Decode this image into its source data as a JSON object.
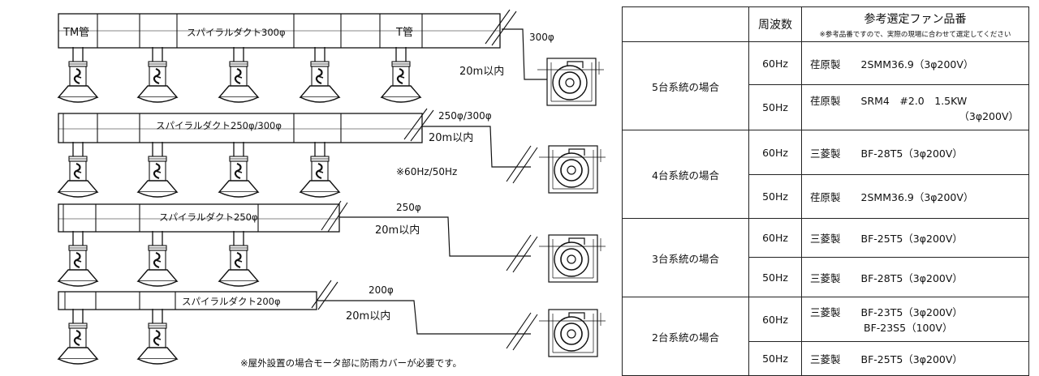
{
  "layouts": {
    "row1": {
      "tm_label": "TM管",
      "duct_label": "スパイラルダクト300φ",
      "t_label": "T管",
      "diameter": "300φ",
      "distance": "20m以内"
    },
    "row2": {
      "duct_label": "スパイラルダクト250φ/300φ",
      "diameter": "250φ/300φ",
      "distance": "20m以内",
      "freq_note": "※60Hz/50Hz"
    },
    "row3": {
      "duct_label": "スパイラルダクト250φ",
      "diameter": "250φ",
      "distance": "20m以内"
    },
    "row4": {
      "duct_label": "スパイラルダクト200φ",
      "diameter": "200φ",
      "distance": "20m以内"
    },
    "outdoor_note": "※屋外設置の場合モータ部に防雨カバーが必要です。"
  },
  "table": {
    "header_freq": "周波数",
    "header_fan": "参考選定ファン品番",
    "header_note": "※参考品番ですので、実際の現場に合わせて選定してください",
    "groups": [
      {
        "system": "5台系統の場合",
        "r60": {
          "freq": "60Hz",
          "maker": "荏原製",
          "model": "2SMM36.9（3φ200V）"
        },
        "r50": {
          "freq": "50Hz",
          "maker": "荏原製",
          "model": "SRM4　#2.0　1.5KW",
          "model2": "（3φ200V）"
        }
      },
      {
        "system": "4台系統の場合",
        "r60": {
          "freq": "60Hz",
          "maker": "三菱製",
          "model": "BF-28T5（3φ200V）"
        },
        "r50": {
          "freq": "50Hz",
          "maker": "荏原製",
          "model": "2SMM36.9（3φ200V）"
        }
      },
      {
        "system": "3台系統の場合",
        "r60": {
          "freq": "60Hz",
          "maker": "三菱製",
          "model": "BF-25T5（3φ200V）"
        },
        "r50": {
          "freq": "50Hz",
          "maker": "三菱製",
          "model": "BF-28T5（3φ200V）"
        }
      },
      {
        "system": "2台系統の場合",
        "r60": {
          "freq": "60Hz",
          "maker": "三菱製",
          "model": "BF-23T5（3φ200V）",
          "model2": "BF-23S5（100V）"
        },
        "r50": {
          "freq": "50Hz",
          "maker": "三菱製",
          "model": "BF-25T5（3φ200V）"
        }
      }
    ]
  }
}
